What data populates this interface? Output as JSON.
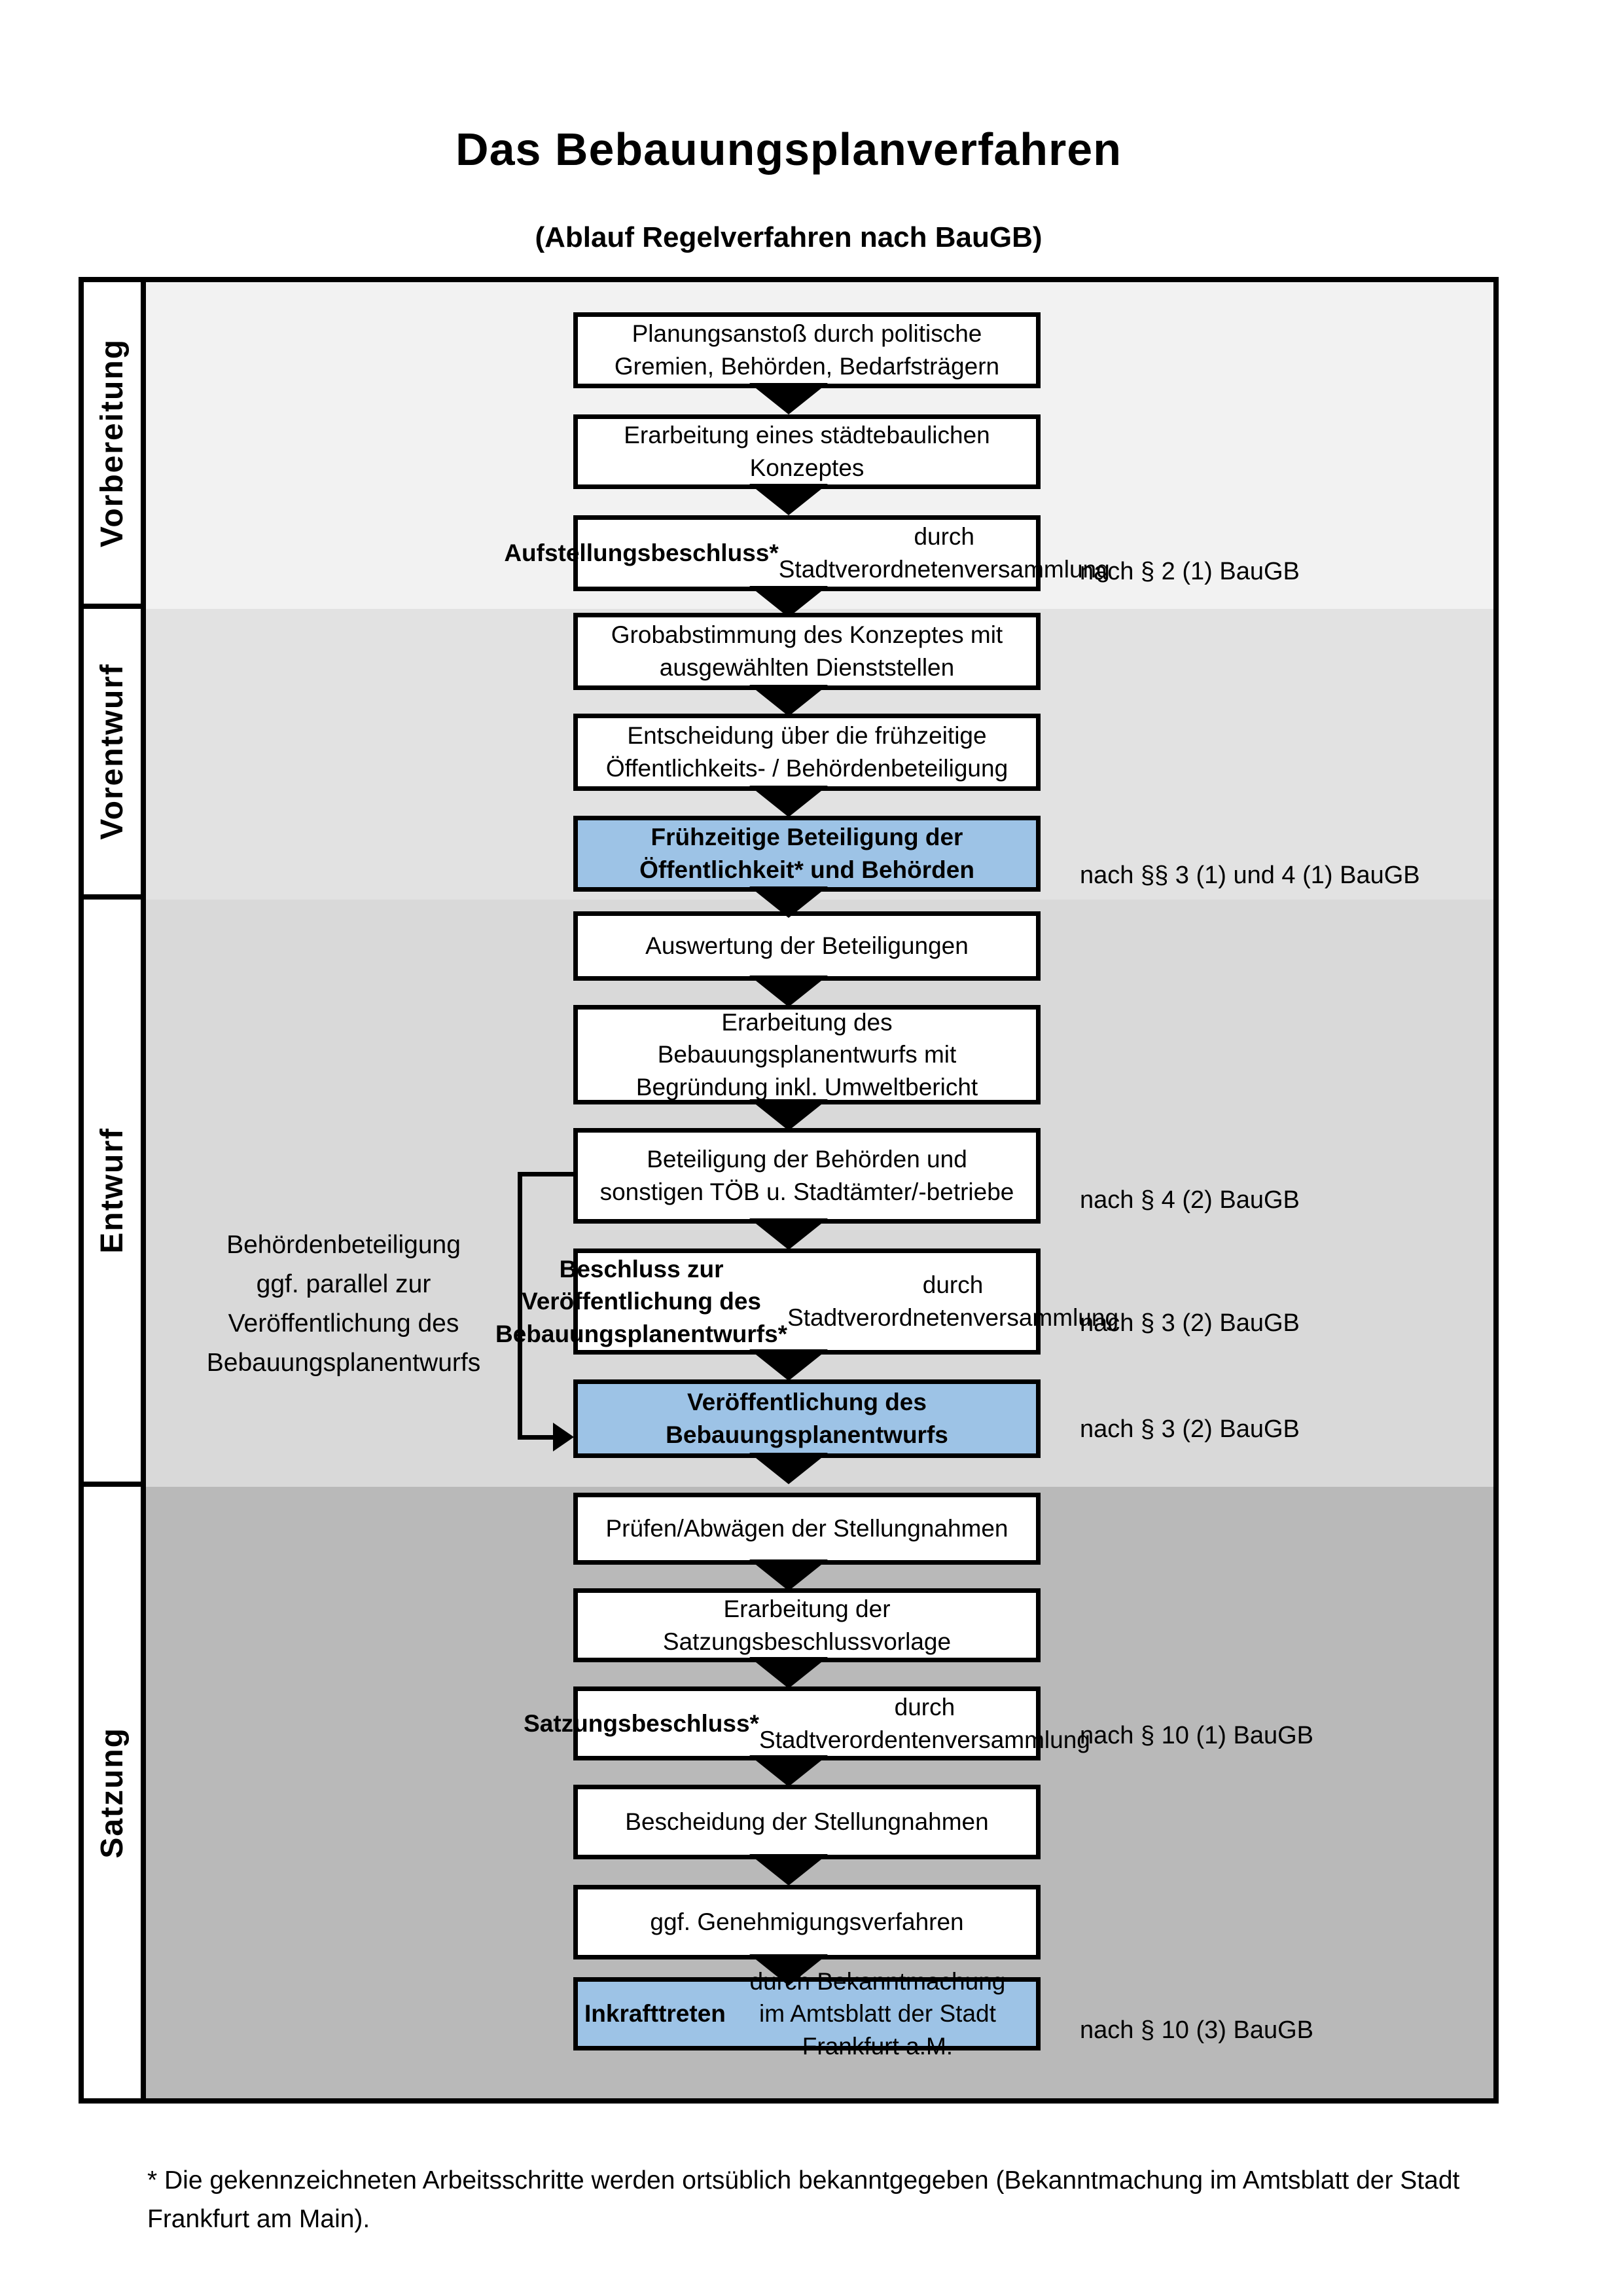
{
  "title": "Das Bebauungsplanverfahren",
  "subtitle": "(Ablauf Regelverfahren nach BauGB)",
  "colors": {
    "highlight_blue": "#9dc3e6",
    "phase1_bg": "#f2f2f2",
    "phase2_bg": "#e2e2e2",
    "phase3_bg": "#d9d9d9",
    "phase4_bg": "#b9b9b9",
    "line_black": "#000000"
  },
  "phases": [
    {
      "label": "Vorbereitung"
    },
    {
      "label": "Vorentwurf"
    },
    {
      "label": "Entwurf"
    },
    {
      "label": "Satzung"
    }
  ],
  "steps": [
    {
      "bold": "",
      "rest": "Planungsanstoß durch politische\nGremien, Behörden, Bedarfsträgern",
      "ref": ""
    },
    {
      "bold": "",
      "rest": "Erarbeitung eines städtebaulichen\nKonzeptes",
      "ref": ""
    },
    {
      "bold": "Aufstellungsbeschluss*",
      "rest": " durch\nStadtverordnetenversammlung",
      "ref": "nach § 2 (1) BauGB"
    },
    {
      "bold": "",
      "rest": "Grobabstimmung des Konzeptes mit\nausgewählten Dienststellen",
      "ref": ""
    },
    {
      "bold": "",
      "rest": "Entscheidung über die frühzeitige\nÖffentlichkeits- / Behördenbeteiligung",
      "ref": ""
    },
    {
      "bold": "Frühzeitige Beteiligung der\nÖffentlichkeit* und Behörden",
      "rest": "",
      "ref": "nach §§ 3 (1) und 4 (1) BauGB"
    },
    {
      "bold": "",
      "rest": "Auswertung der Beteiligungen",
      "ref": ""
    },
    {
      "bold": "",
      "rest": "Erarbeitung des\nBebauungsplanentwurfs mit\nBegründung inkl. Umweltbericht",
      "ref": ""
    },
    {
      "bold": "",
      "rest": "Beteiligung der Behörden und\nsonstigen TÖB u. Stadtämter/-betriebe",
      "ref": "nach § 4 (2) BauGB"
    },
    {
      "bold": "Beschluss zur Veröffentlichung des\nBebauungsplanentwurfs*",
      "rest": " durch\nStadtverordnetenversammlung",
      "ref": "nach § 3 (2) BauGB"
    },
    {
      "bold": "Veröffentlichung des\nBebauungsplanentwurfs",
      "rest": "",
      "ref": "nach § 3 (2) BauGB"
    },
    {
      "bold": "",
      "rest": "Prüfen/Abwägen der Stellungnahmen",
      "ref": ""
    },
    {
      "bold": "",
      "rest": "Erarbeitung der\nSatzungsbeschlussvorlage",
      "ref": ""
    },
    {
      "bold": "Satzungsbeschluss*",
      "rest": " durch\nStadtverordentenversammlung",
      "ref": "nach § 10 (1) BauGB"
    },
    {
      "bold": "",
      "rest": "Bescheidung der Stellungnahmen",
      "ref": ""
    },
    {
      "bold": "",
      "rest": "ggf. Genehmigungsverfahren",
      "ref": ""
    },
    {
      "bold": "Inkrafttreten",
      "rest": " durch Bekanntmachung\nim Amtsblatt der Stadt Frankfurt a.M.",
      "ref": "nach § 10 (3) BauGB"
    }
  ],
  "side_note": "Behördenbeteiligung\nggf. parallel zur\nVeröffentlichung des\nBebauungsplanentwurfs",
  "footnote": "* Die gekennzeichneten Arbeitsschritte werden ortsüblich bekanntgegeben (Bekanntmachung im Amtsblatt  der Stadt\nFrankfurt am Main)."
}
